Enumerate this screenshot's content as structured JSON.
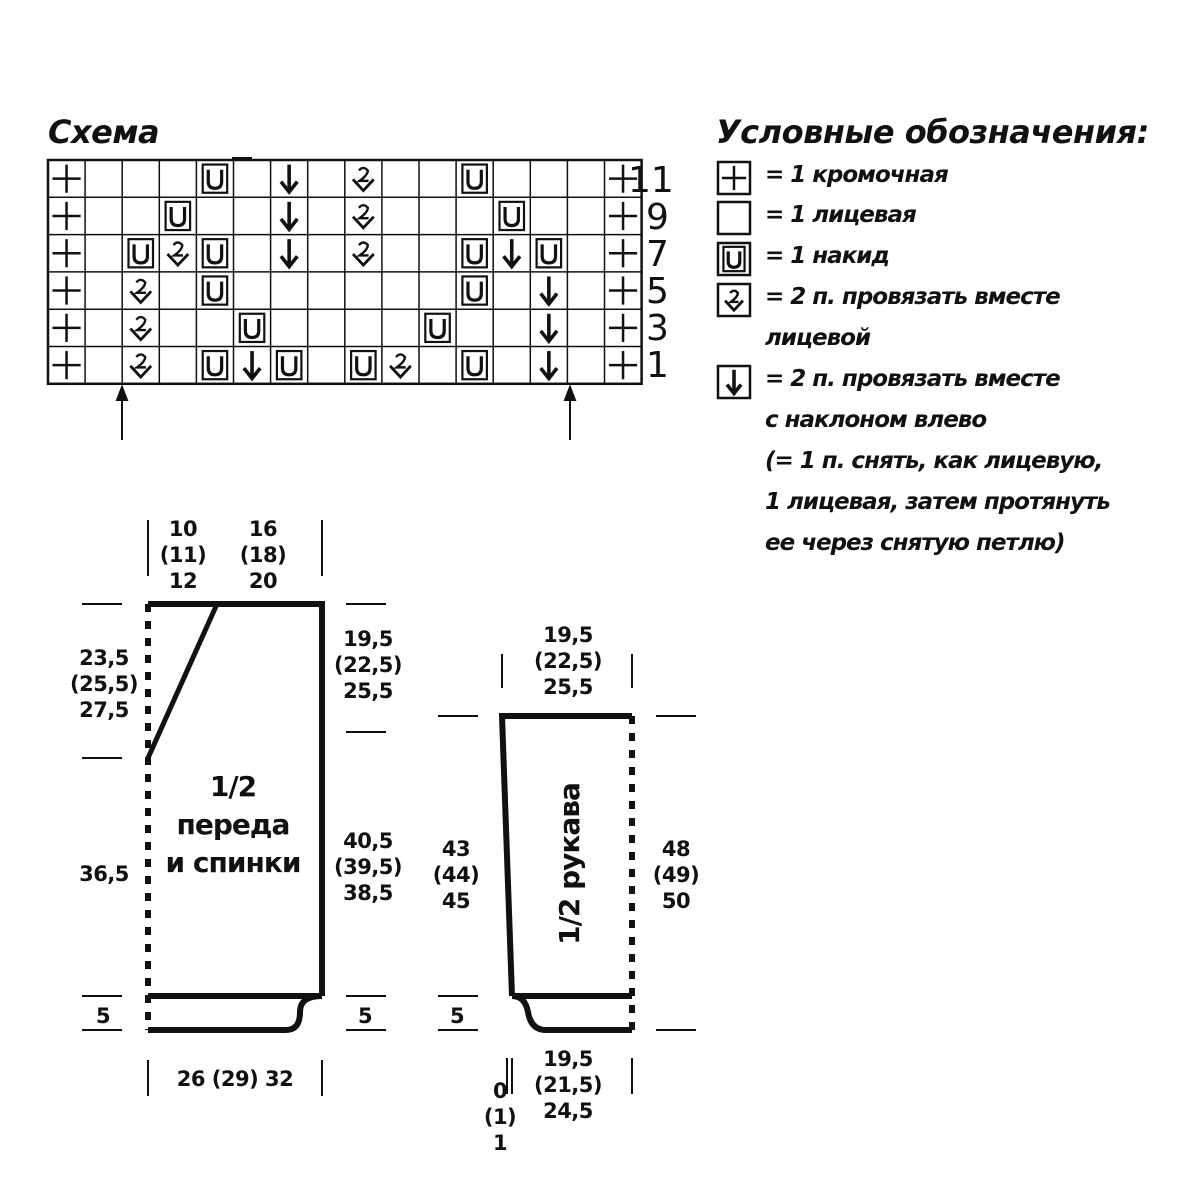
{
  "schema": {
    "title": "Схема",
    "row_numbers": [
      "11",
      "9",
      "7",
      "5",
      "3",
      "1"
    ],
    "grid": [
      [
        "plus",
        "",
        "",
        "",
        "yo",
        "",
        "left",
        "",
        "k2",
        "",
        "",
        "yo",
        "",
        "",
        "",
        "plus"
      ],
      [
        "plus",
        "",
        "",
        "yo",
        "",
        "",
        "left",
        "",
        "k2",
        "",
        "",
        "",
        "yo",
        "",
        "",
        "plus"
      ],
      [
        "plus",
        "",
        "yo",
        "k2",
        "yo",
        "",
        "left",
        "",
        "k2",
        "",
        "",
        "yo",
        "left",
        "yo",
        "",
        "plus"
      ],
      [
        "plus",
        "",
        "k2",
        "",
        "yo",
        "",
        "",
        "",
        "",
        "",
        "",
        "yo",
        "",
        "left",
        "",
        "plus"
      ],
      [
        "plus",
        "",
        "k2",
        "",
        "",
        "yo",
        "",
        "",
        "",
        "",
        "yo",
        "",
        "",
        "left",
        "",
        "plus"
      ],
      [
        "plus",
        "",
        "k2",
        "",
        "yo",
        "left",
        "yo",
        "",
        "yo",
        "k2",
        "",
        "yo",
        "",
        "left",
        "",
        "plus"
      ]
    ]
  },
  "legend": {
    "title": "Условные обозначения:",
    "items": [
      {
        "symbol": "plus",
        "text": "= 1 кромочная"
      },
      {
        "symbol": "empty",
        "text": " = 1 лицевая"
      },
      {
        "symbol": "yo",
        "text": "= 1 накид"
      },
      {
        "symbol": "k2",
        "text": "= 2 п. провязать вместе",
        "cont": [
          "лицевой"
        ]
      },
      {
        "symbol": "left",
        "text": "= 2 п. провязать вместе",
        "cont": [
          "с наклоном влево",
          "(= 1 п. снять, как лицевую,",
          "1 лицевая, затем протянуть",
          "ее через снятую петлю)"
        ]
      }
    ]
  },
  "body_piece": {
    "label": [
      "1/2",
      "переда",
      "и спинки"
    ],
    "top_left_width": [
      "10",
      "(11)",
      "12"
    ],
    "top_right_width": [
      "16",
      "(18)",
      "20"
    ],
    "left_upper_height": [
      "23,5",
      "(25,5)",
      "27,5"
    ],
    "left_lower_height": "36,5",
    "right_upper_height": [
      "19,5",
      "(22,5)",
      "25,5"
    ],
    "right_lower_height": [
      "40,5",
      "(39,5)",
      "38,5"
    ],
    "hem_left": "5",
    "hem_right": "5",
    "bottom_width": "26 (29) 32"
  },
  "sleeve_piece": {
    "label": "1/2 рукава",
    "top_width": [
      "19,5",
      "(22,5)",
      "25,5"
    ],
    "left_height": [
      "43",
      "(44)",
      "45"
    ],
    "right_height": [
      "48",
      "(49)",
      "50"
    ],
    "hem_left": "5",
    "bottom_width": [
      "19,5",
      "(21,5)",
      "24,5"
    ],
    "bottom_offset": [
      "0",
      "(1)",
      "1"
    ]
  }
}
